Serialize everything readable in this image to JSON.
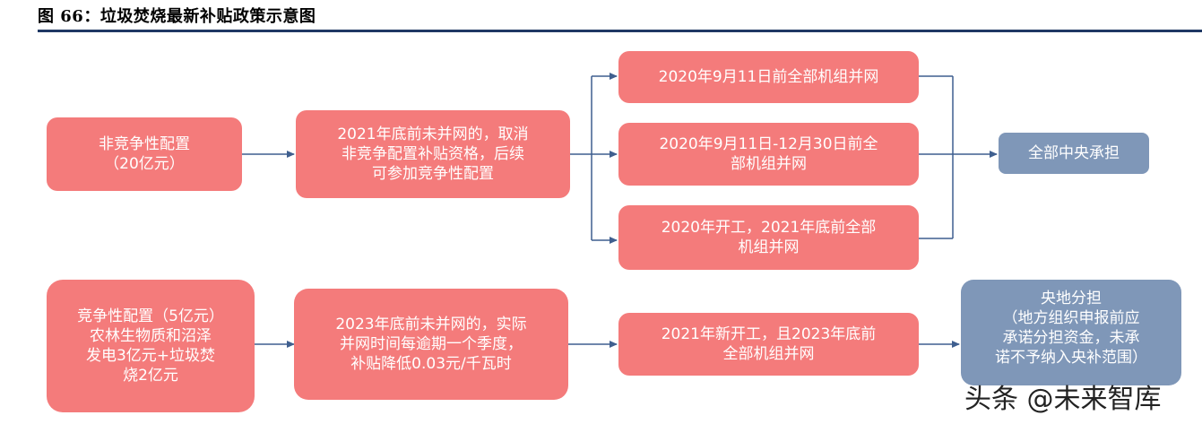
{
  "figure": {
    "title": "图 66：垃圾焚烧最新补贴政策示意图"
  },
  "row1": {
    "source": "非竞争性配置\n（20亿元）",
    "condition": "2021年底前未并网的，取消\n非竞争配置补贴资格，后续\n可参加竞争性配置",
    "branch_a": "2020年9月11日前全部机组并网",
    "branch_b": "2020年9月11日-12月30日前全\n部机组并网",
    "branch_c": "2020年开工，2021年底前全部\n机组并网",
    "result": "全部中央承担"
  },
  "row2": {
    "source": "竞争性配置（5亿元）\n农林生物质和沼泽\n发电3亿元+垃圾焚\n烧2亿元",
    "condition": "2023年底前未并网的，实际\n并网时间每逾期一个季度，\n补贴降低0.03元/千瓦时",
    "branch": "2021年新开工，且2023年底前\n全部机组并网",
    "result": "央地分担\n（地方组织申报前应\n承诺分担资金，未承\n诺不予纳入央补范围）"
  },
  "watermark": "头条 @未来智库",
  "colors": {
    "box_red": "#f47b7b",
    "box_blue": "#7f97b8",
    "arrow": "#3f5f8f",
    "title_rule": "#1f3864"
  }
}
